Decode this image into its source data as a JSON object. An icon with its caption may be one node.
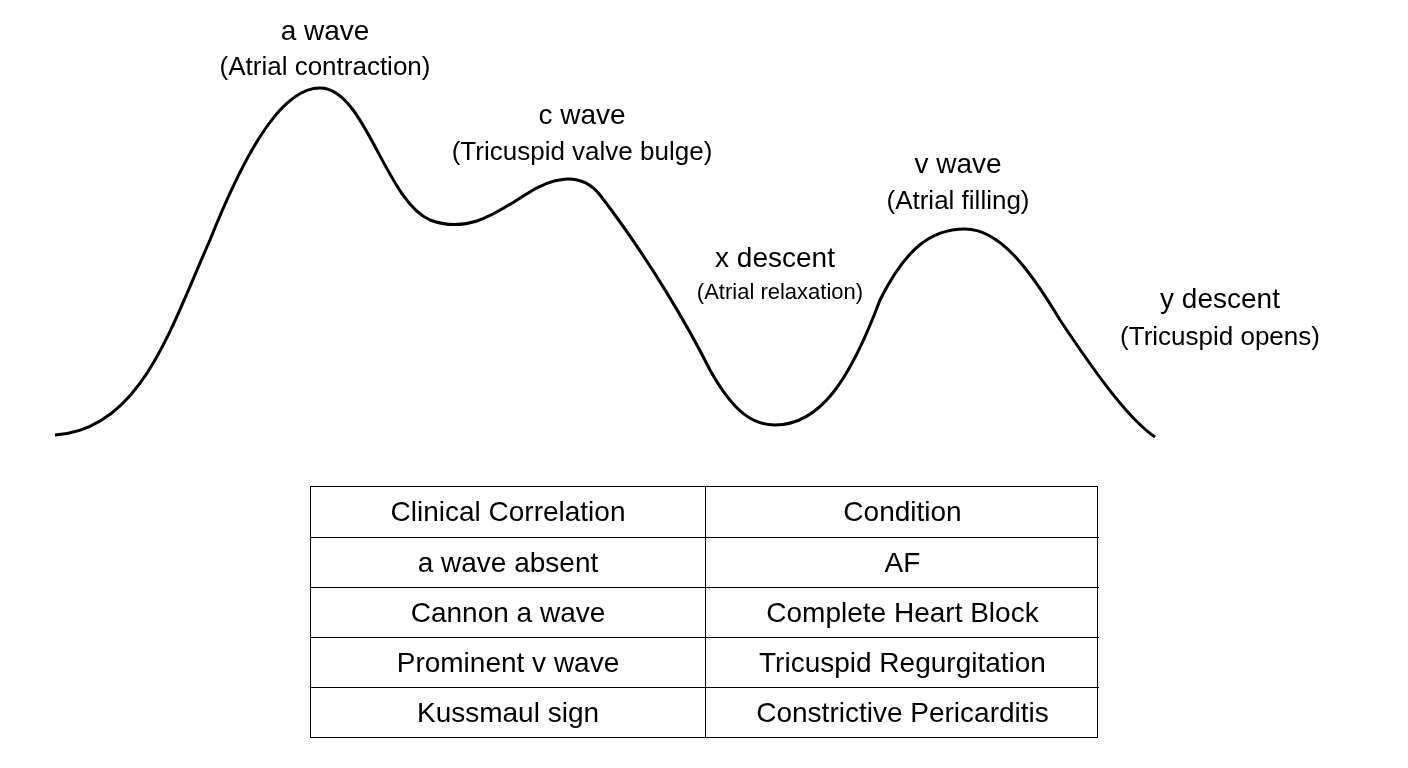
{
  "diagram": {
    "labels": [
      "a wave",
      "(Atrial contraction)",
      "c wave",
      "(Tricuspid valve bulge)",
      "x descent",
      "(Atrial relaxation)",
      "v wave",
      "(Atrial filling)",
      "y descent",
      "(Tricuspid opens)",
      "Clinical Correlation",
      "Condition",
      "a wave absent",
      "AF",
      "Cannon a wave",
      "Complete Heart Block",
      "Prominent v wave",
      "Tricuspid Regurgitation",
      "Kussmaul sign",
      "Constrictive Pericarditis"
    ]
  }
}
